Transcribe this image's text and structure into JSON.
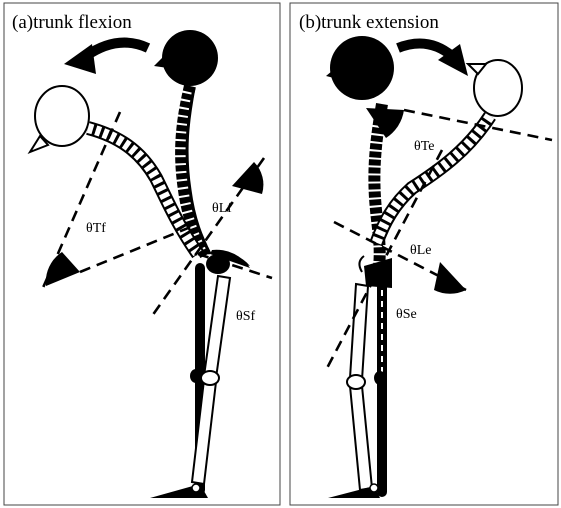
{
  "panels": [
    {
      "title": "(a)trunk flexion"
    },
    {
      "title": "(b)trunk extension"
    }
  ],
  "angle_labels": {
    "a_thoracic": "θTf",
    "a_lumbar": "θLf",
    "a_sacral": "θSf",
    "b_thoracic": "θTe",
    "b_lumbar": "θLe",
    "b_sacral": "θSe"
  },
  "colors": {
    "ink": "#000000",
    "background": "#ffffff",
    "frame": "#444444"
  }
}
